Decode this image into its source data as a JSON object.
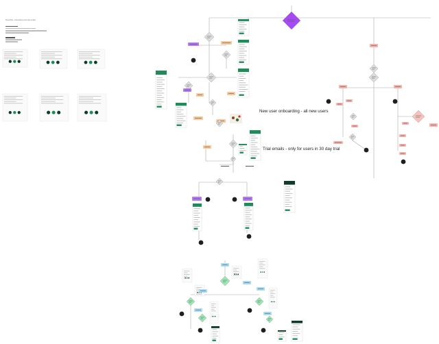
{
  "section_labels": {
    "onboarding": "New user onboarding - all new users",
    "trial_emails": "Trial emails - only for users in 30 day trial"
  },
  "intro_notes": {
    "heading": "Flowchart: onboarding and trial emails"
  },
  "colors": {
    "decision_primary": "#a64bf4",
    "decision_neutral": "#dcdcdc",
    "decision_green": "#9be7b4",
    "decision_pink": "#f5c2bd",
    "action_purple": "#b57bf7",
    "action_orange": "#f8c99a",
    "action_pink": "#f6b2ad",
    "action_blue": "#a9dcf3",
    "end_node": "#1f1f1f",
    "screen_dark": "#0f3b2a",
    "screen_accent": "#1f8a5a",
    "connector": "#a8a8a8"
  }
}
